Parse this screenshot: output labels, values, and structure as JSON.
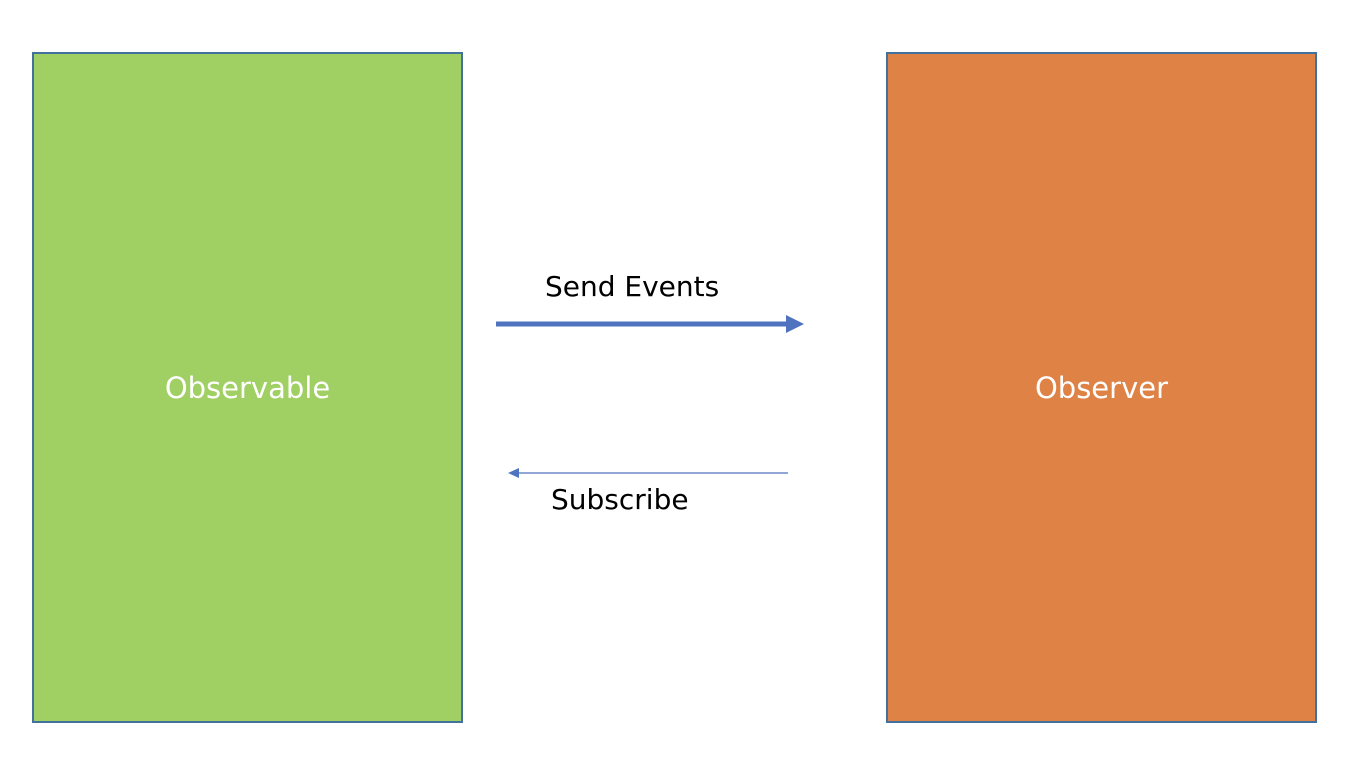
{
  "nodes": {
    "observable": {
      "label": "Observable",
      "color": "#a0cf63"
    },
    "observer": {
      "label": "Observer",
      "color": "#df8245"
    }
  },
  "edges": {
    "send_events": {
      "label": "Send Events",
      "from": "Observable",
      "to": "Observer",
      "color": "#4f73bf"
    },
    "subscribe": {
      "label": "Subscribe",
      "from": "Observer",
      "to": "Observable",
      "color": "#4f73bf"
    }
  },
  "colors": {
    "box_border": "#41719c",
    "box_text": "#ffffff",
    "edge_text": "#000000"
  }
}
